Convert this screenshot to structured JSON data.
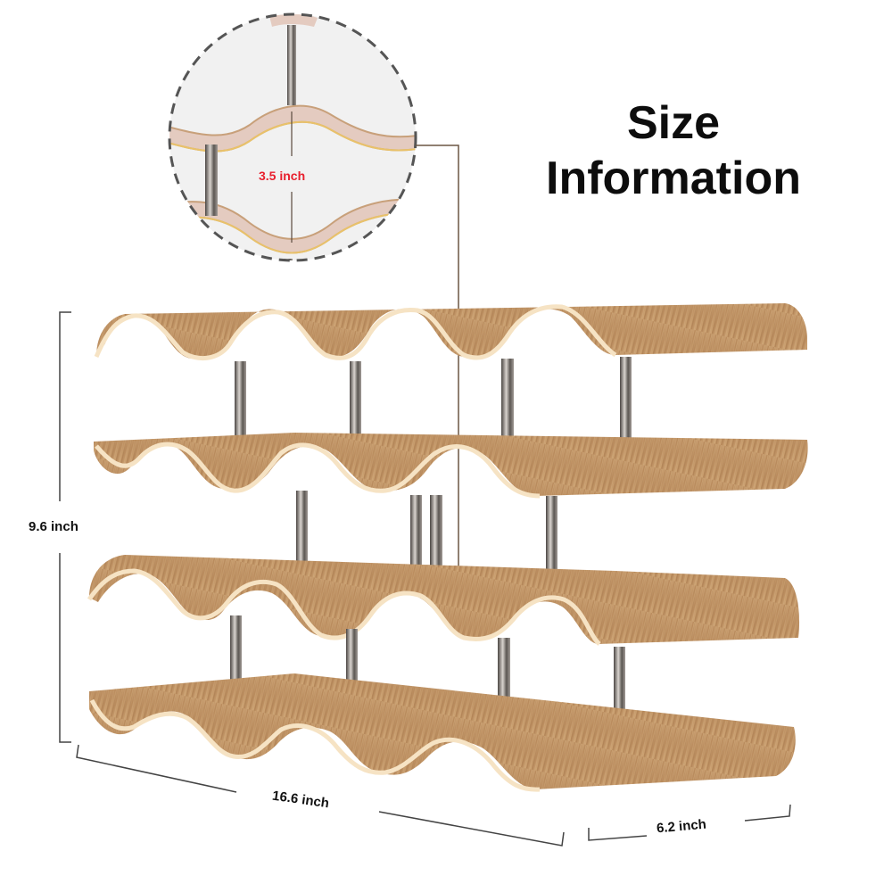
{
  "title": {
    "line1": "Size",
    "line2": "Information"
  },
  "product": "wave-shaped wooden countertop wine rack, 4 tiers, metal rod supports",
  "dimensions": {
    "height": "9.6 inch",
    "width": "16.6 inch",
    "depth": "6.2 inch",
    "tier_gap": "3.5 inch"
  },
  "detail_callout": {
    "shape": "dashed circle magnifier",
    "label": "3.5 inch"
  },
  "colors": {
    "background": "#ffffff",
    "wood": "#c49a6c",
    "wood_dark": "#a77a4e",
    "wood_edge": "#f3dfc0",
    "rod": "#6e6a66",
    "dimension_line": "#444444",
    "highlight_text": "#e8202e",
    "title_text": "#0d0d0d"
  }
}
